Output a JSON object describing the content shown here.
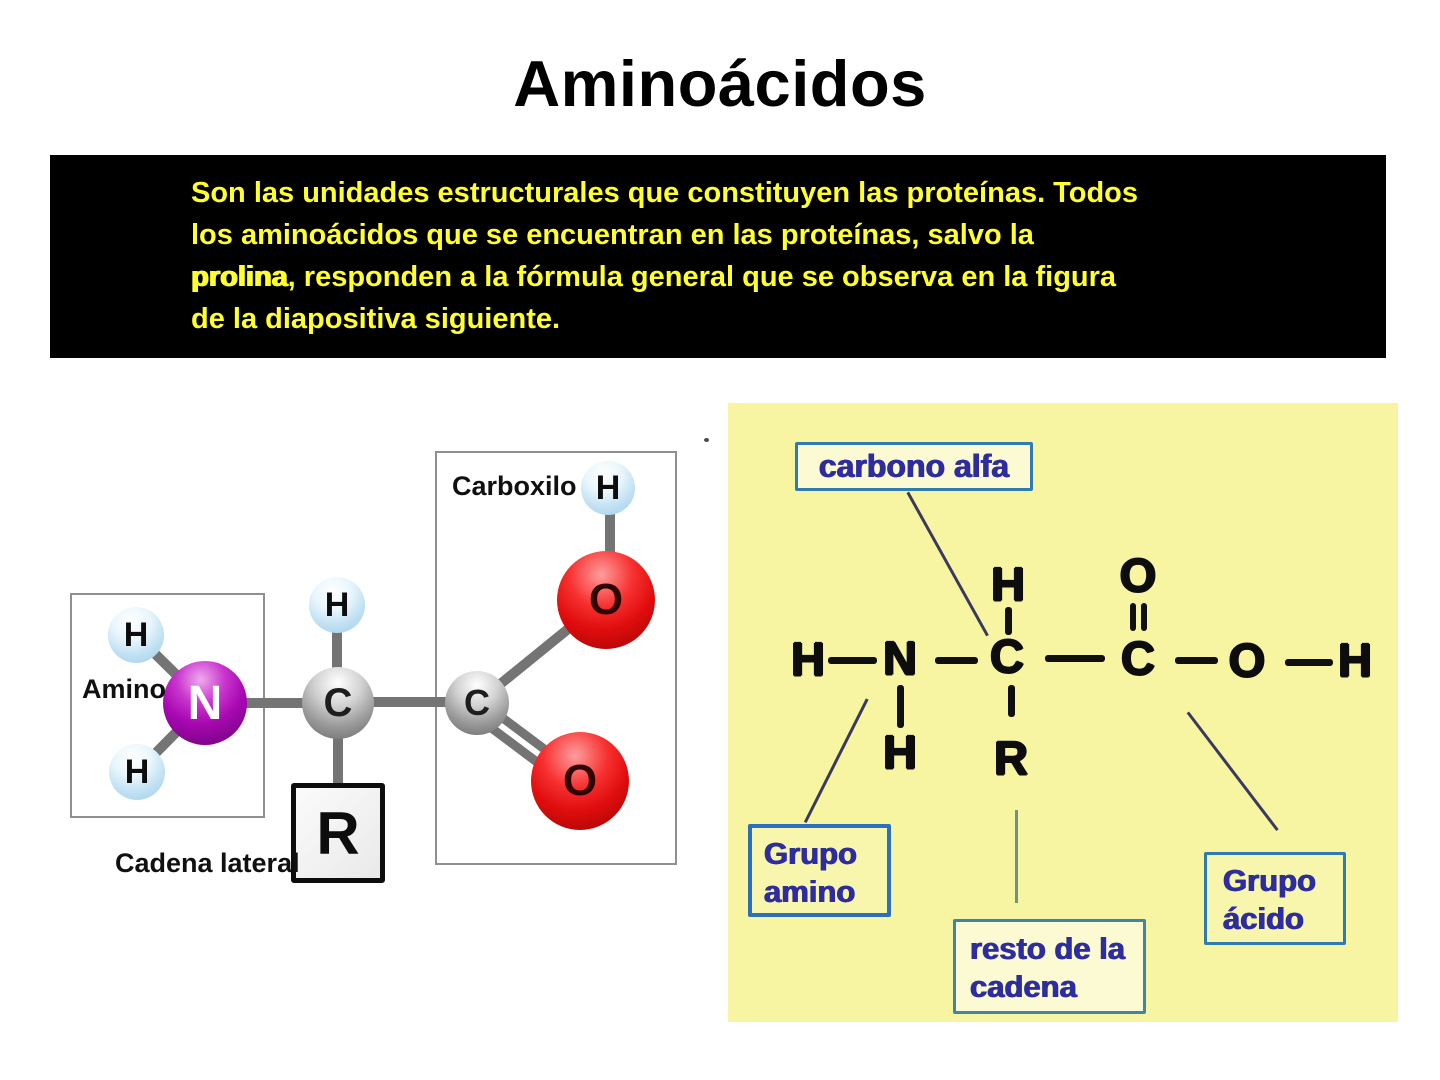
{
  "title": "Aminoácidos",
  "intro": {
    "line1": "Son las unidades estructurales que constituyen las proteínas. Todos",
    "line2": "los aminoácidos que se encuentran en las proteínas, salvo la",
    "line3_emphasis": "prolina",
    "line3_rest": ", responden a la fórmula general que se observa en la figura",
    "line4": "de la diapositiva siguiente.",
    "text_color": "#FFFF2E",
    "background_color": "#000000"
  },
  "ball_model": {
    "group_labels": {
      "amino": "Amino",
      "carboxilo": "Carboxilo",
      "cadena_lateral": "Cadena lateral"
    },
    "atoms": {
      "h_amino_top": "H",
      "h_amino_bottom": "H",
      "nitrogen": "N",
      "h_alpha": "H",
      "c_alpha": "C",
      "c_carboxyl": "C",
      "o_hydroxyl": "O",
      "o_carbonyl": "O",
      "h_hydroxyl": "H",
      "r_group": "R"
    },
    "colors": {
      "hydrogen_ball": "#BFE0F5",
      "nitrogen_ball": "#A90CB0",
      "carbon_ball": "#9E9E9E",
      "oxygen_ball": "#E01212",
      "bond": "#747474"
    }
  },
  "formula": {
    "panel_background": "#F7F5A1",
    "callout_text_color": "#2D2D9F",
    "callout_border_color": "#2F7CB5",
    "callouts": {
      "carbono_alfa": "carbono alfa",
      "grupo_amino_line1": "Grupo",
      "grupo_amino_line2": "amino",
      "resto_line1": "resto de la",
      "resto_line2": "cadena",
      "grupo_acido_line1": "Grupo",
      "grupo_acido_line2": "ácido"
    },
    "atoms": {
      "h_left": "H",
      "nitrogen": "N",
      "c_alpha": "C",
      "c_acid": "C",
      "o_right": "O",
      "h_right": "H",
      "h_top": "H",
      "o_top": "O",
      "h_below_n": "H",
      "r_group": "R"
    }
  }
}
